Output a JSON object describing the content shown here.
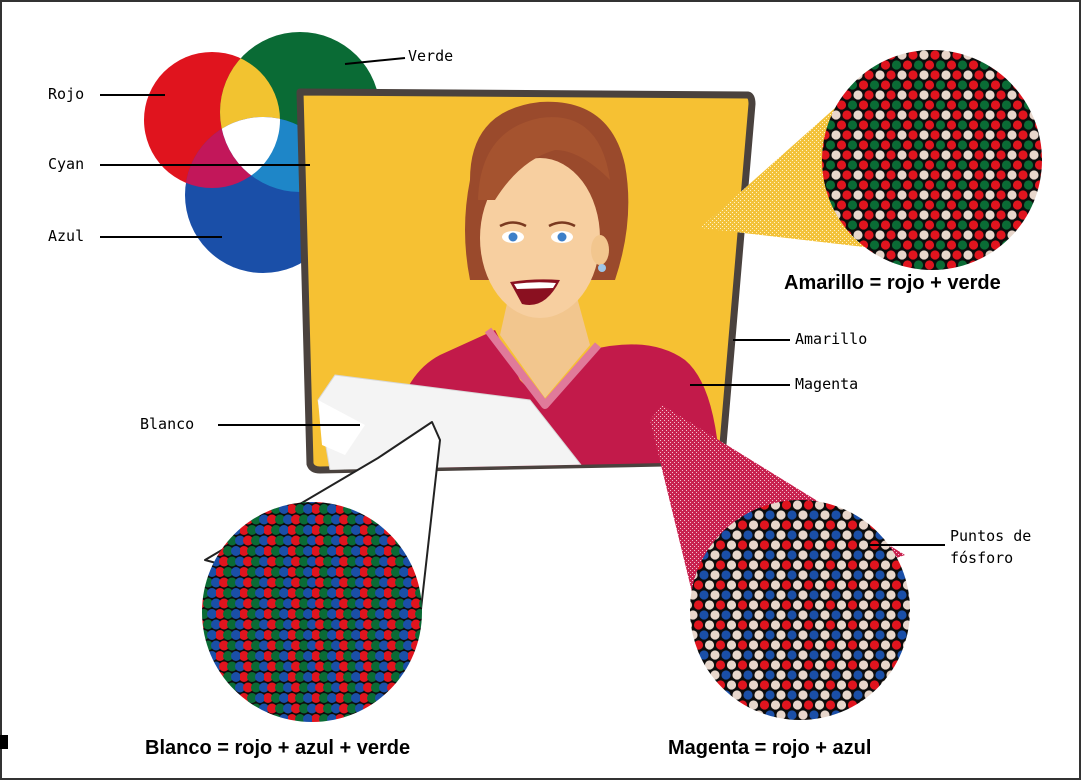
{
  "labels": {
    "rojo": "Rojo",
    "verde": "Verde",
    "cyan": "Cyan",
    "azul": "Azul",
    "amarillo": "Amarillo",
    "magenta": "Magenta",
    "blanco": "Blanco",
    "puntos_line1": "Puntos de",
    "puntos_line2": "fósforo"
  },
  "captions": {
    "amarillo": "Amarillo = rojo + verde",
    "blanco": "Blanco = rojo + azul + verde",
    "magenta": "Magenta = rojo + azul"
  },
  "colors": {
    "red": "#e0141e",
    "green": "#0a6b35",
    "blue": "#1a4fa8",
    "white_dot": "#e7d6cb",
    "yellow": "#f6c133",
    "magenta": "#c21a4a",
    "dark": "#0c0c0c",
    "frame": "#4a423e"
  },
  "icons": [
    "venn-diagram-icon",
    "person-icon",
    "magnifier-lens-icon"
  ]
}
